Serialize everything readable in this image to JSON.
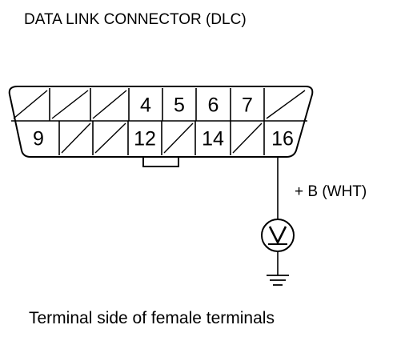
{
  "title": "DATA LINK CONNECTOR (DLC)",
  "caption": "Terminal side of female terminals",
  "signal_label": "+ B (WHT)",
  "meter_symbol": "V",
  "connector": {
    "top_row": [
      "",
      "",
      "",
      "4",
      "5",
      "6",
      "7",
      ""
    ],
    "bottom_row": [
      "9",
      "",
      "",
      "12",
      "",
      "14",
      "",
      "16"
    ]
  },
  "probe_pin": "16",
  "icons": [
    "voltmeter-icon",
    "ground-icon"
  ]
}
